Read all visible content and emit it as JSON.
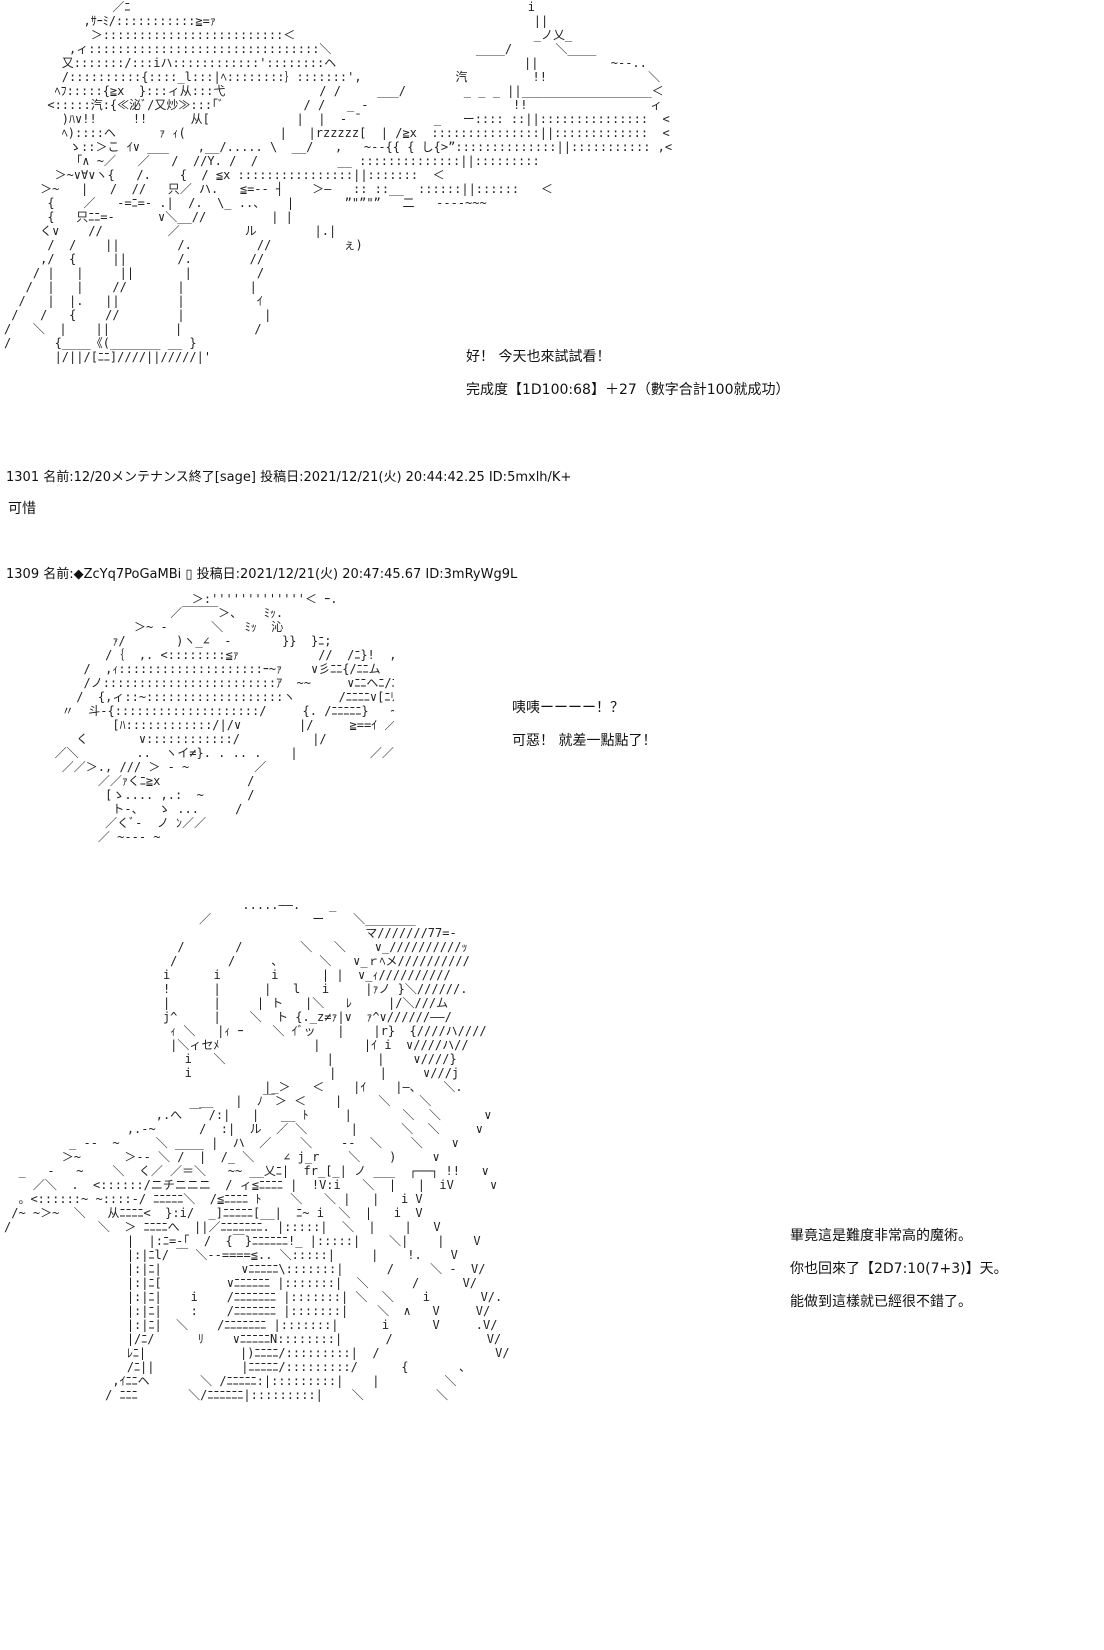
{
  "posts": [
    {
      "lines": [
        "好！ 今天也來試試看！",
        "完成度【1D100:68】＋27（數字合計100就成功）"
      ]
    },
    {
      "header": "1301 名前:12/20メンテナンス終了[sage] 投稿日:2021/12/21(火) 20:44:42.25 ID:5mxlh/K+",
      "body": "可惜"
    },
    {
      "header": "1309 名前:◆ZcYq7PoGaMBi ▯ 投稿日:2021/12/21(火) 20:47:45.67 ID:3mRyWg9L",
      "lines_a": [
        "咦咦ーーーー！？",
        "可惡！ 就差一點點了！"
      ],
      "lines_b": [
        "畢竟這是難度非常高的魔術。",
        "你也回來了【2D7:10(7+3)】天。",
        "能做到這樣就已經很不錯了。"
      ]
    }
  ]
}
